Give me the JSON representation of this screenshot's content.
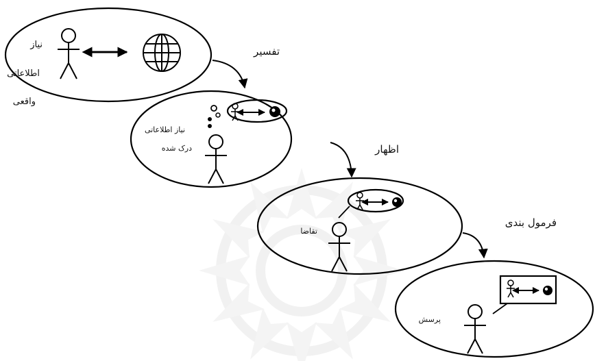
{
  "stages": [
    {
      "name": "real-need",
      "label_lines": [
        "نیاز",
        "اطلاعاتی",
        "واقعی"
      ]
    },
    {
      "name": "perceived-need",
      "label_lines": [
        "نیاز اطلاعاتی",
        "درک شده"
      ]
    },
    {
      "name": "request",
      "label_lines": [
        "تقاضا"
      ]
    },
    {
      "name": "query",
      "label_lines": [
        "پرسش"
      ]
    }
  ],
  "transitions": [
    {
      "name": "interpretation",
      "label": "تفسیر"
    },
    {
      "name": "expression",
      "label": "اظهار"
    },
    {
      "name": "formulation",
      "label": "فرمول بندی"
    }
  ],
  "colors": {
    "ink": "#000000",
    "watermark": "#ececec",
    "background": "#ffffff"
  },
  "icons": [
    "person-icon",
    "bidirectional-arrow-icon",
    "globe-icon",
    "thought-bubble-icon",
    "speech-bubble-icon",
    "knowledge-icon",
    "watermark-rosette"
  ]
}
